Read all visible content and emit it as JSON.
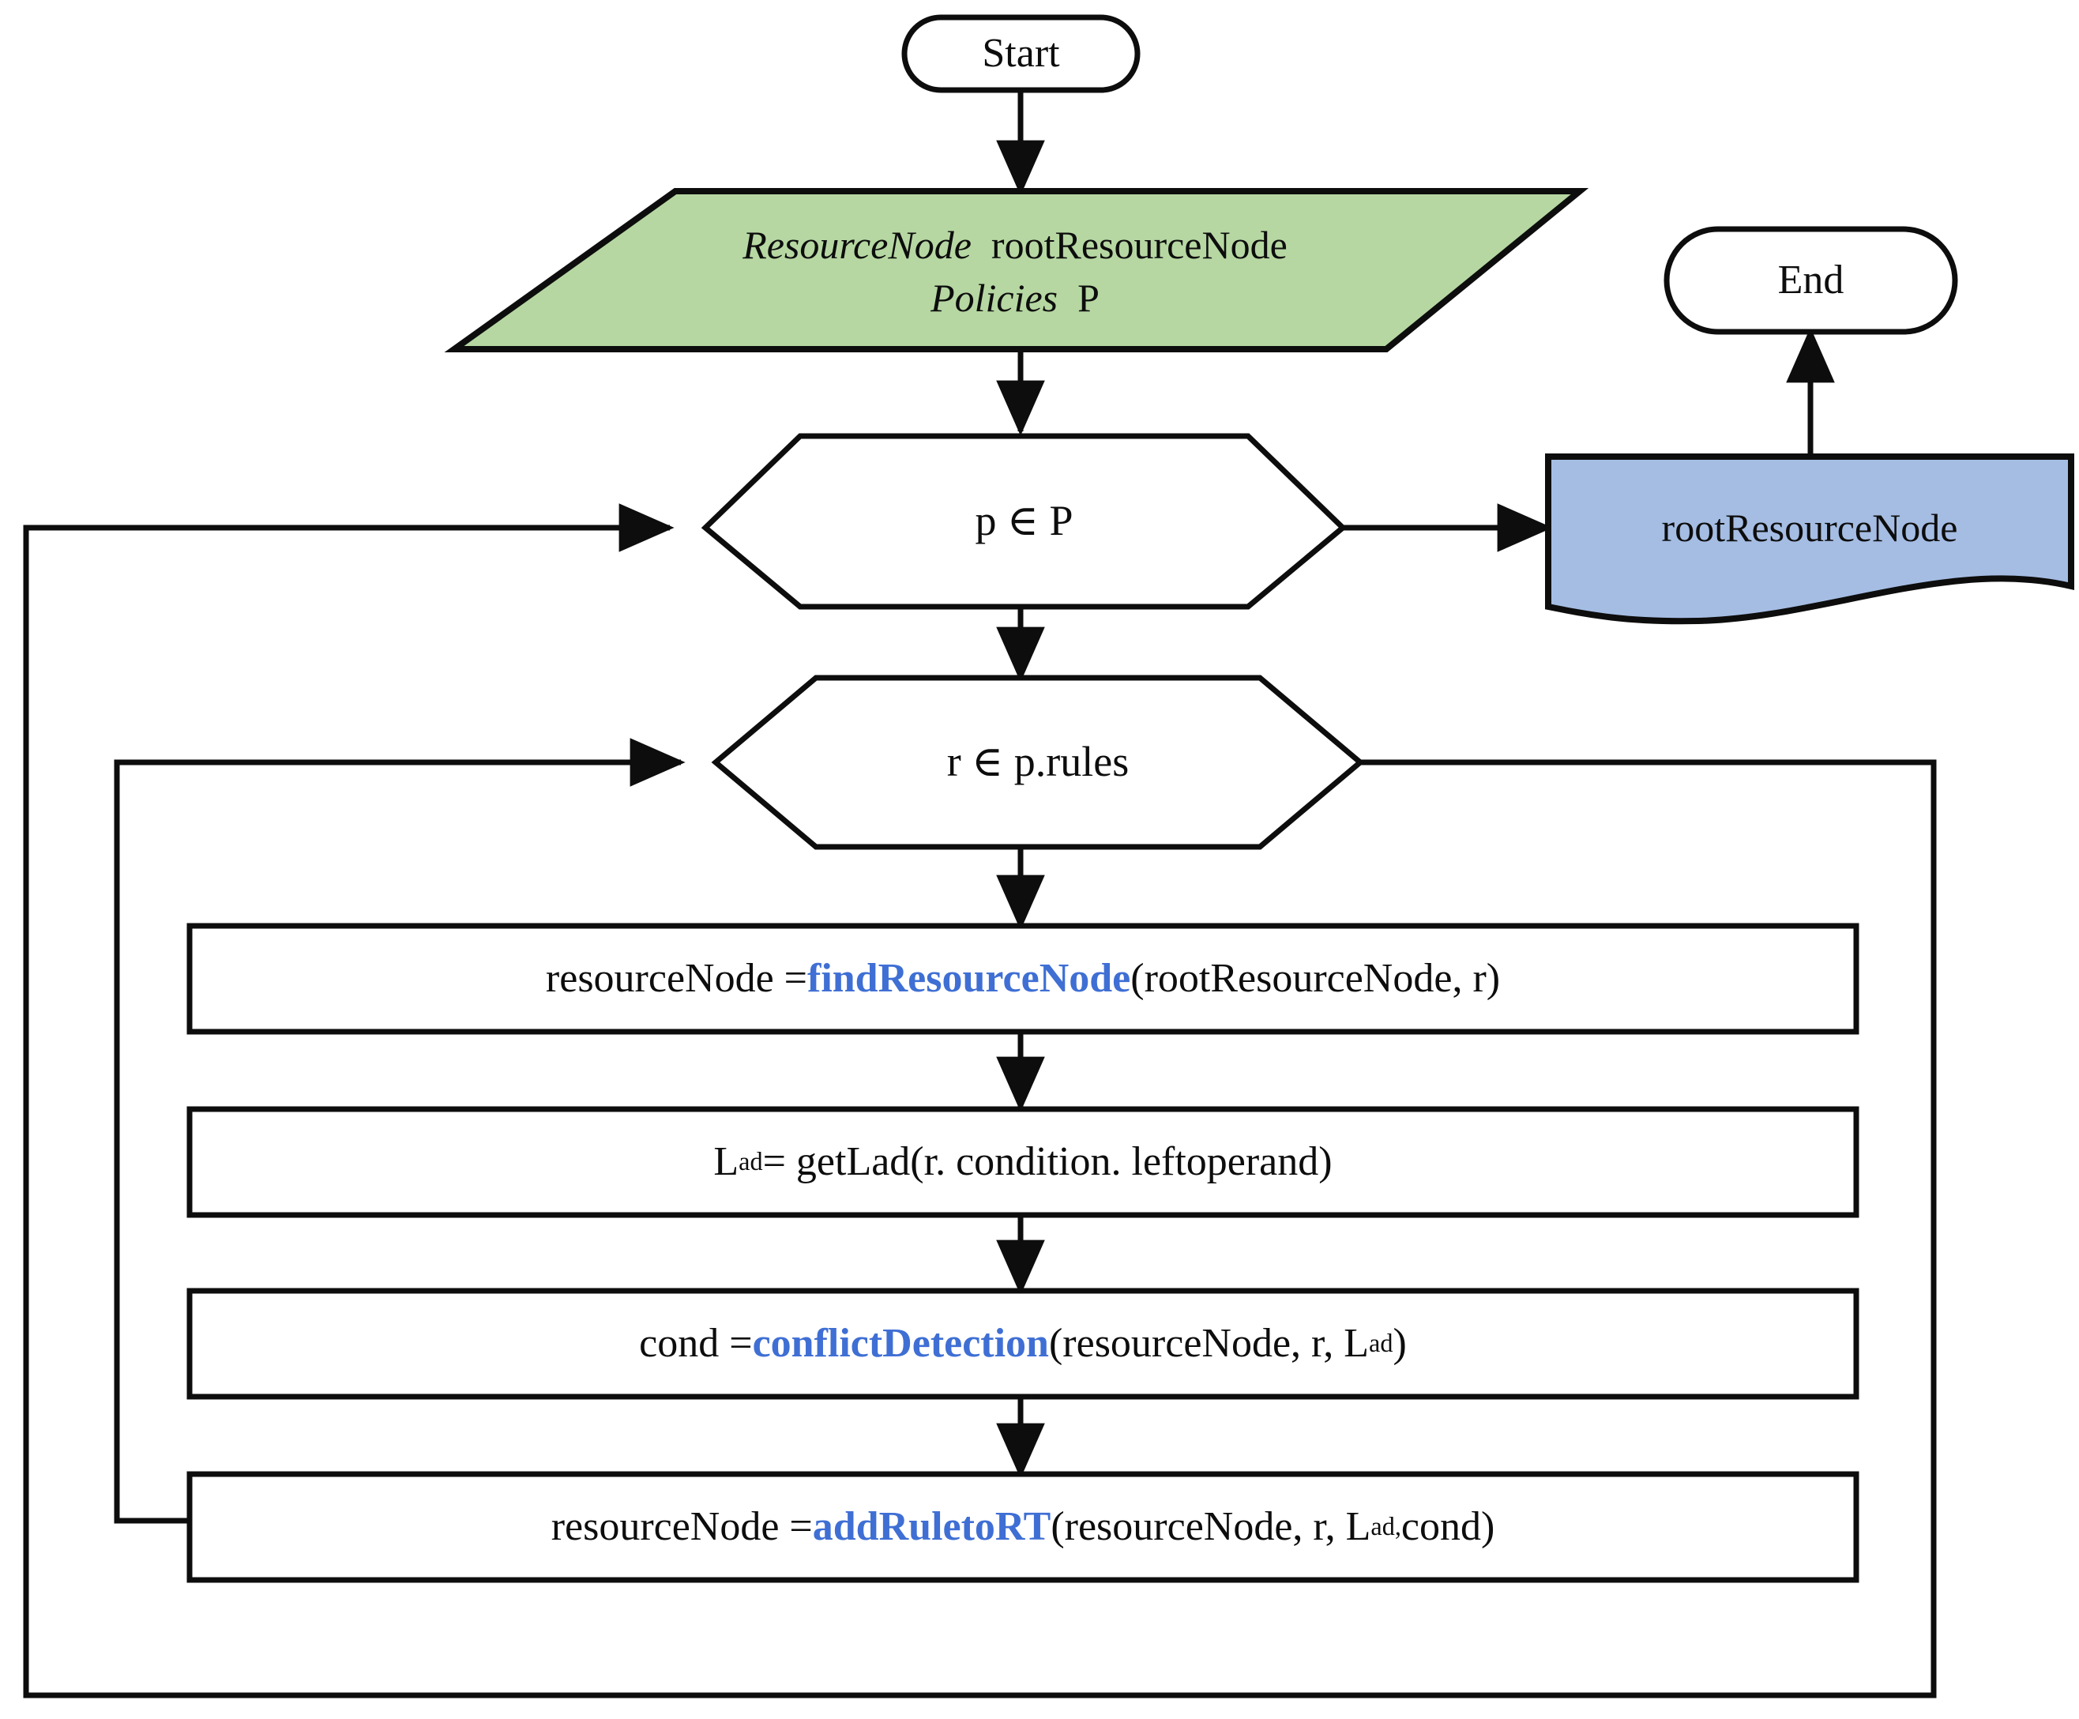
{
  "diagram": {
    "title": "Policy rule to resource-tree insertion flowchart",
    "type": "flowchart",
    "colors": {
      "input_fill": "#b6d7a2",
      "output_fill": "#a5bde3",
      "stroke": "#0d0d0d",
      "function_text": "#3f6fd4",
      "background": "#ffffff"
    }
  },
  "nodes": {
    "start": {
      "label": "Start",
      "shape": "terminator"
    },
    "input": {
      "shape": "parallelogram-input",
      "line1_type": "ResourceNode",
      "line1_var": "rootResourceNode",
      "line2_type": "Policies",
      "line2_var": "P"
    },
    "loop_policies": {
      "shape": "hexagon-loop",
      "label": "p ∈ P"
    },
    "loop_rules": {
      "shape": "hexagon-loop",
      "label": "r  ∈ p.rules"
    },
    "find_resource_node": {
      "shape": "process",
      "prefix": "resourceNode =  ",
      "function": "findResourceNode",
      "suffix": " (rootResourceNode, r)"
    },
    "get_lad": {
      "shape": "process",
      "prefix": "L",
      "subscript": "ad",
      "suffix": " = getLad(r. condition. leftoperand)"
    },
    "conflict_detection": {
      "shape": "process",
      "prefix": "cond =  ",
      "function": "conflictDetection",
      "suffix_before_sub": " (resourceNode, r, L",
      "subscript": "ad",
      "suffix_after_sub": " )"
    },
    "add_rule_to_rt": {
      "shape": "process",
      "prefix": "resourceNode = ",
      "function": "addRuletoRT",
      "suffix_before_sub": "(resourceNode, r, L",
      "subscript": "ad,",
      "suffix_after_sub": " cond)"
    },
    "output_root": {
      "shape": "document-output",
      "label": "rootResourceNode"
    },
    "end": {
      "label": "End",
      "shape": "terminator"
    }
  },
  "edges": [
    {
      "from": "start",
      "to": "input",
      "kind": "arrow-down"
    },
    {
      "from": "input",
      "to": "loop_policies",
      "kind": "arrow-down"
    },
    {
      "from": "loop_policies",
      "to": "output_root",
      "kind": "arrow-right"
    },
    {
      "from": "loop_policies",
      "to": "loop_rules",
      "kind": "arrow-down"
    },
    {
      "from": "loop_rules",
      "to": "find_resource_node",
      "kind": "arrow-down"
    },
    {
      "from": "find_resource_node",
      "to": "get_lad",
      "kind": "arrow-down"
    },
    {
      "from": "get_lad",
      "to": "conflict_detection",
      "kind": "arrow-down"
    },
    {
      "from": "conflict_detection",
      "to": "add_rule_to_rt",
      "kind": "arrow-down"
    },
    {
      "from": "add_rule_to_rt",
      "to": "loop_rules",
      "kind": "loop-back-inner"
    },
    {
      "from": "loop_rules",
      "to": "loop_policies",
      "kind": "loop-back-outer"
    },
    {
      "from": "output_root",
      "to": "end",
      "kind": "arrow-up"
    }
  ]
}
